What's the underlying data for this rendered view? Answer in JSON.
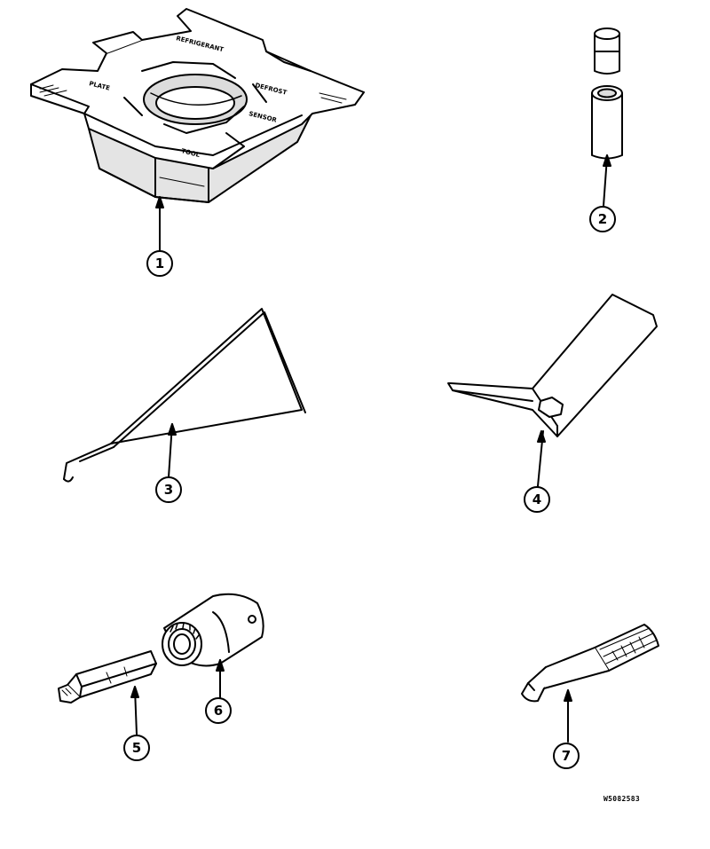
{
  "drawing": {
    "reference_code": "W5082583",
    "items": [
      {
        "number": "1",
        "name": "tool kit",
        "text": [
          "REFRIGERANT",
          "PLATE",
          "DEFROST",
          "SENSOR",
          "TOOL"
        ]
      },
      {
        "number": "2",
        "name": "tubes"
      },
      {
        "number": "3",
        "name": "wire hook tool"
      },
      {
        "number": "4",
        "name": "bent wrench plate"
      },
      {
        "number": "5",
        "name": "torx bit"
      },
      {
        "number": "6",
        "name": "socket adapter"
      },
      {
        "number": "7",
        "name": "pin punch"
      }
    ]
  },
  "colors": {
    "line": "#000000",
    "paper": "#ffffff",
    "shade": "#d8d8d8"
  }
}
